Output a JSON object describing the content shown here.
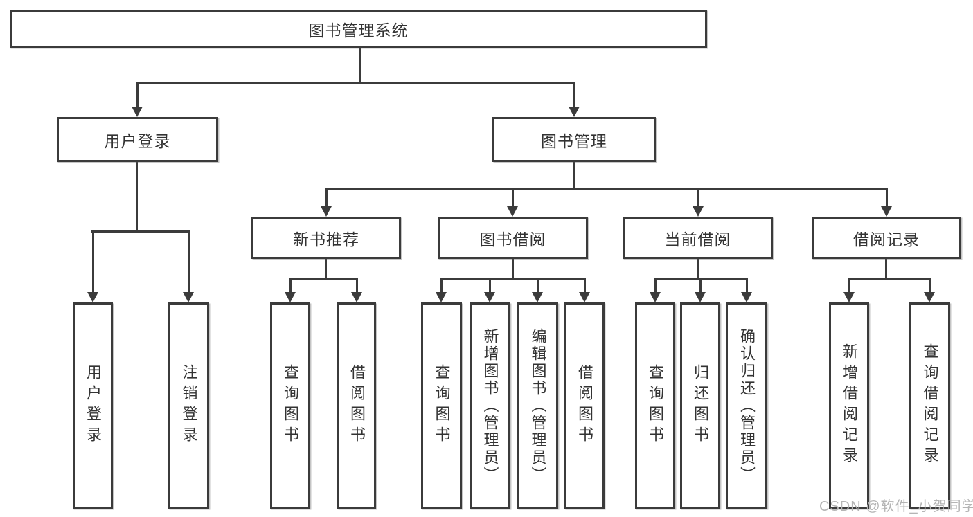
{
  "tree": {
    "root": "图书管理系统",
    "user_login": {
      "label": "用户登录",
      "children": [
        "用户登录",
        "注销登录"
      ]
    },
    "book_mgmt": {
      "label": "图书管理",
      "new_books": {
        "label": "新书推荐",
        "children": [
          "查询图书",
          "借阅图书"
        ]
      },
      "book_borrow": {
        "label": "图书借阅",
        "children": [
          "查询图书",
          "新增图书（管理员）",
          "编辑图书（管理员）",
          "借阅图书"
        ]
      },
      "current_borrow": {
        "label": "当前借阅",
        "children": [
          "查询图书",
          "归还图书",
          "确认归还（管理员）"
        ]
      },
      "borrow_records": {
        "label": "借阅记录",
        "children": [
          "新增借阅记录",
          "查询借阅记录"
        ]
      }
    }
  },
  "watermark": "CSDN @软件_小贺同学",
  "colors": {
    "line": "#3b3b3b",
    "text": "#333333",
    "watermark": "#b5b5b5",
    "background": "#ffffff"
  }
}
